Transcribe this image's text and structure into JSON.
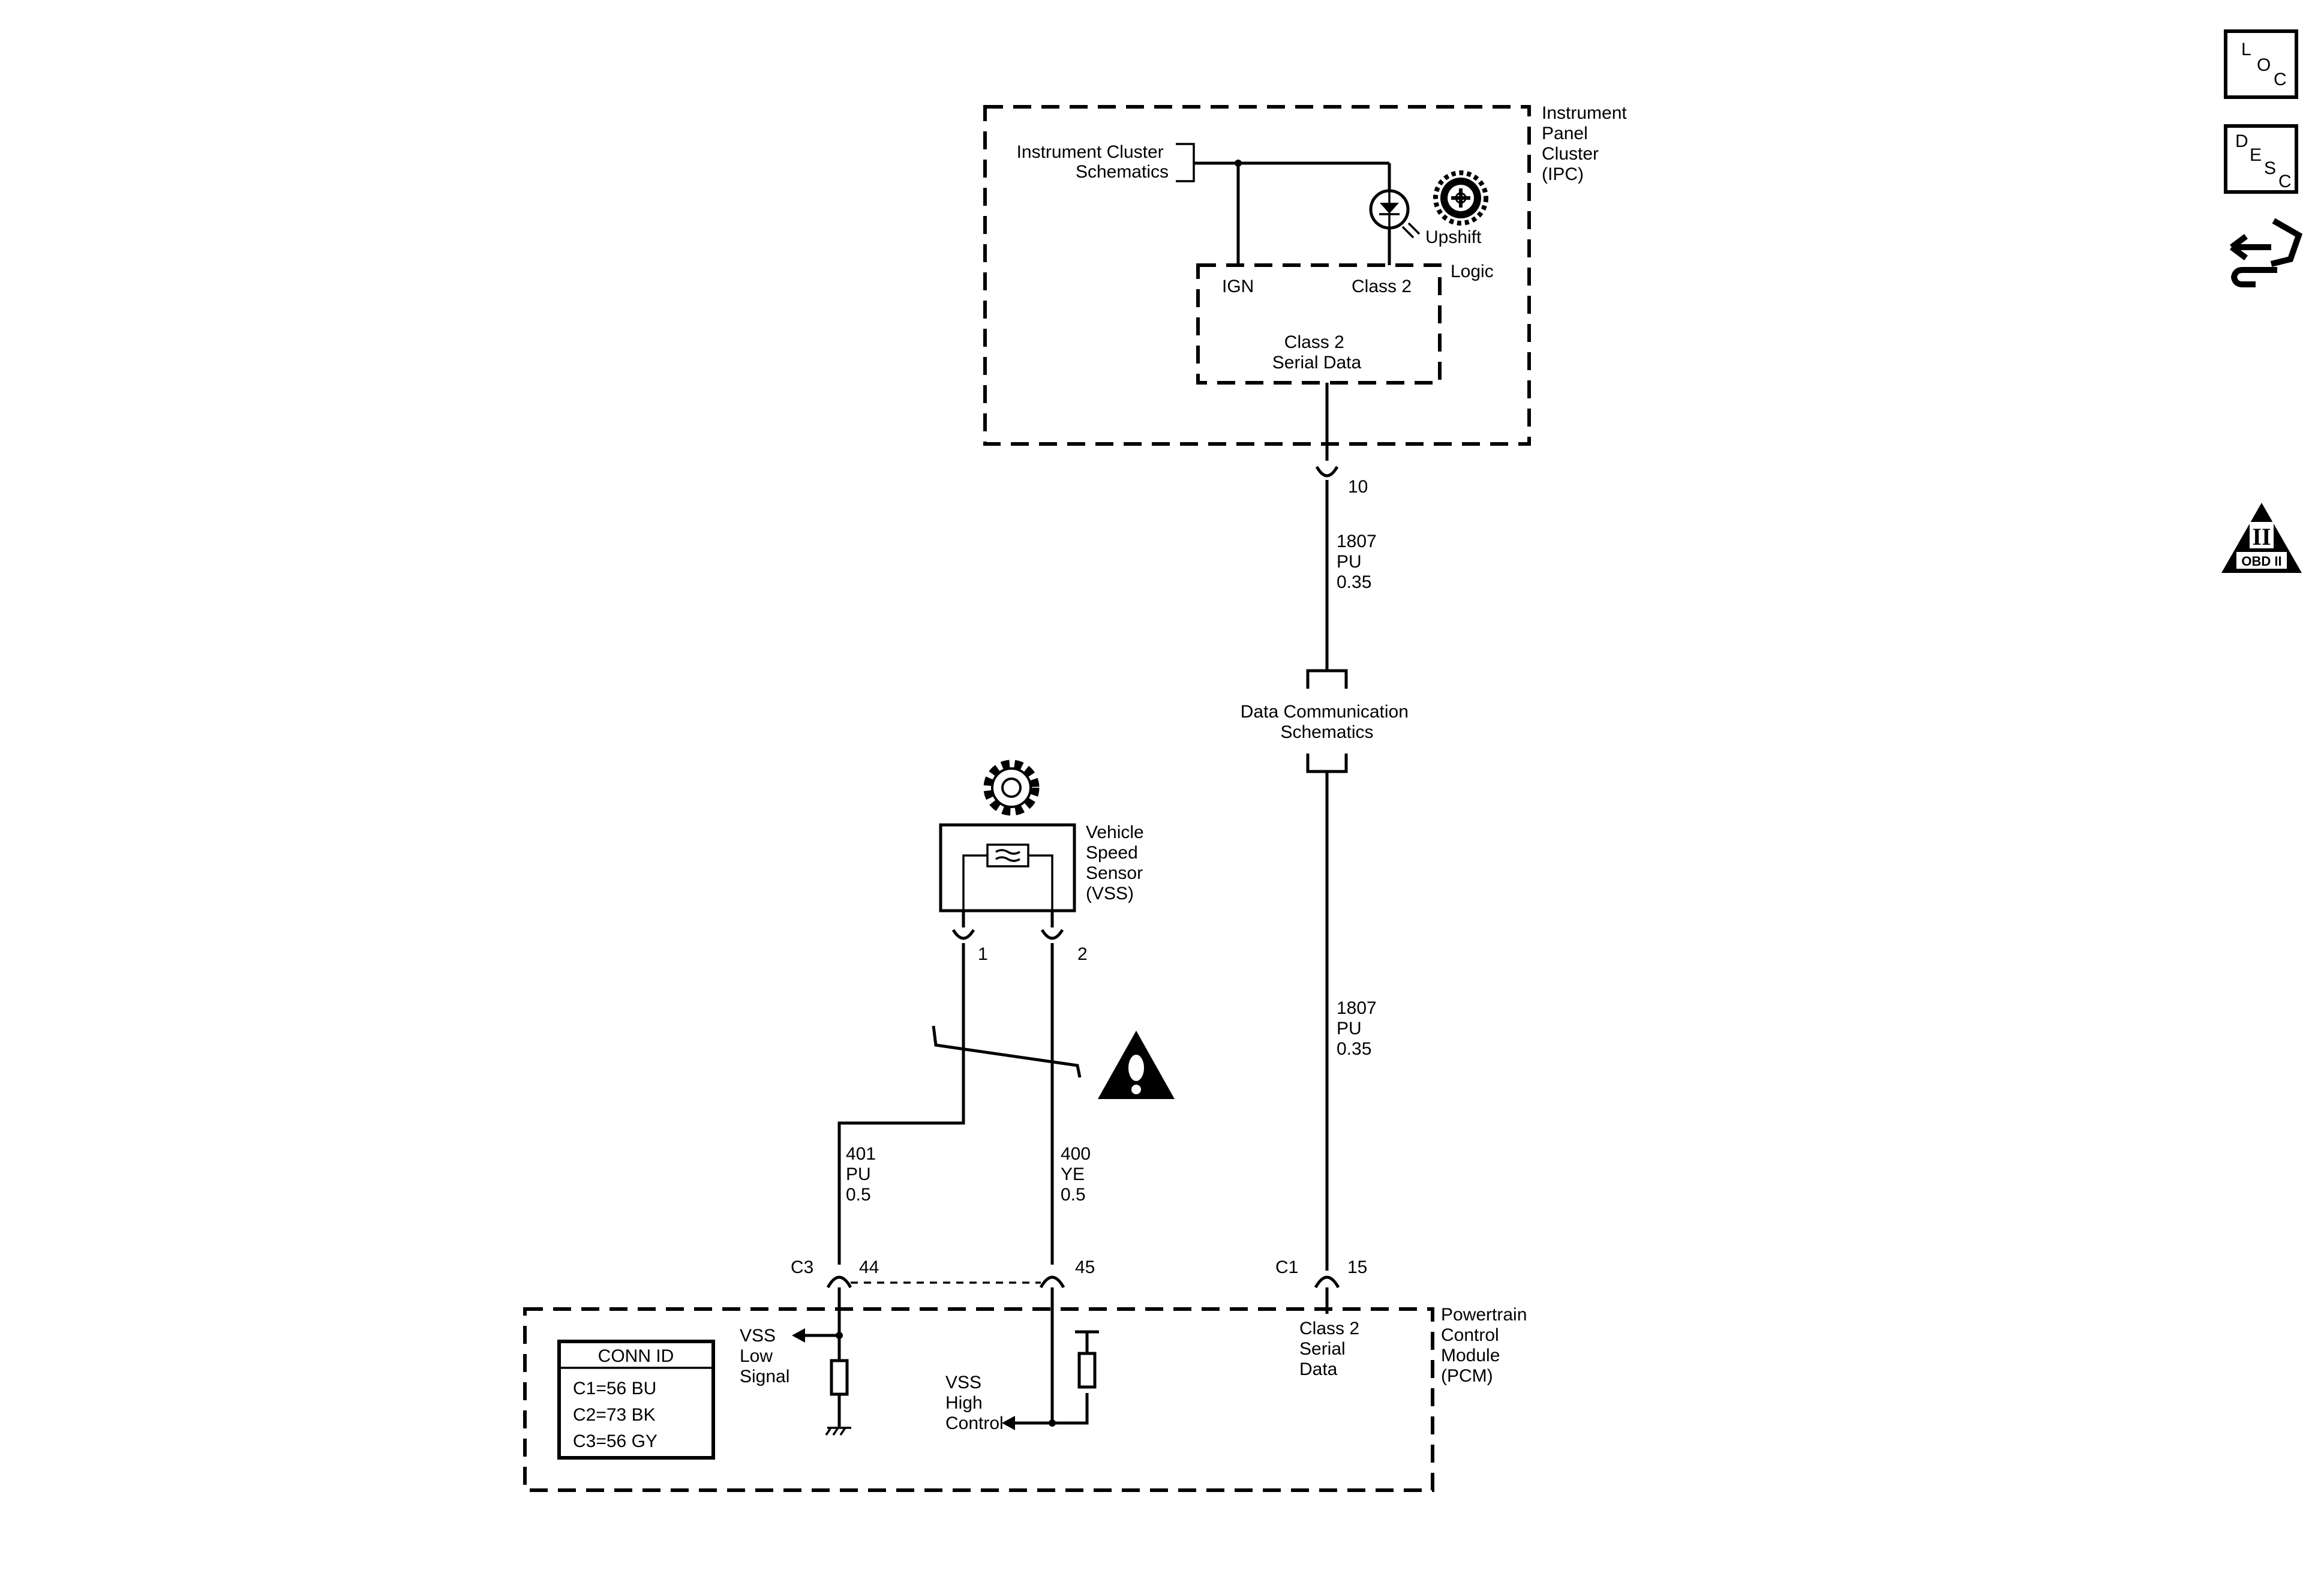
{
  "ipc": {
    "title": [
      "Instrument",
      "Panel",
      "Cluster",
      "(IPC)"
    ],
    "schematics_ref": [
      "Instrument Cluster",
      "Schematics"
    ],
    "ign": "IGN",
    "class2": "Class 2",
    "logic": "Logic",
    "serial_data": [
      "Class 2",
      "Serial Data"
    ],
    "upshift": "Upshift",
    "pin": "10"
  },
  "wire_1807_top": [
    "1807",
    "PU",
    "0.35"
  ],
  "data_comm_ref": [
    "Data Communication",
    "Schematics"
  ],
  "wire_1807_bottom": [
    "1807",
    "PU",
    "0.35"
  ],
  "vss": {
    "title": [
      "Vehicle",
      "Speed",
      "Sensor",
      "(VSS)"
    ],
    "pin1": "1",
    "pin2": "2"
  },
  "wire_401": [
    "401",
    "PU",
    "0.5"
  ],
  "wire_400": [
    "400",
    "YE",
    "0.5"
  ],
  "pcm": {
    "title": [
      "Powertrain",
      "Control",
      "Module",
      "(PCM)"
    ],
    "c3": "C3",
    "pin44": "44",
    "pin45": "45",
    "c1": "C1",
    "pin15": "15",
    "vss_low": [
      "VSS",
      "Low",
      "Signal"
    ],
    "vss_high": [
      "VSS",
      "High",
      "Control"
    ],
    "class2_serial": [
      "Class 2",
      "Serial",
      "Data"
    ]
  },
  "conn_id": {
    "header": "CONN ID",
    "rows": [
      "C1=56 BU",
      "C2=73 BK",
      "C3=56 GY"
    ]
  },
  "icons": {
    "loc": [
      "L",
      "O",
      "C"
    ],
    "desc": [
      "D",
      "E",
      "S",
      "C"
    ],
    "obd": "OBD II",
    "obd_numeral": "II"
  }
}
